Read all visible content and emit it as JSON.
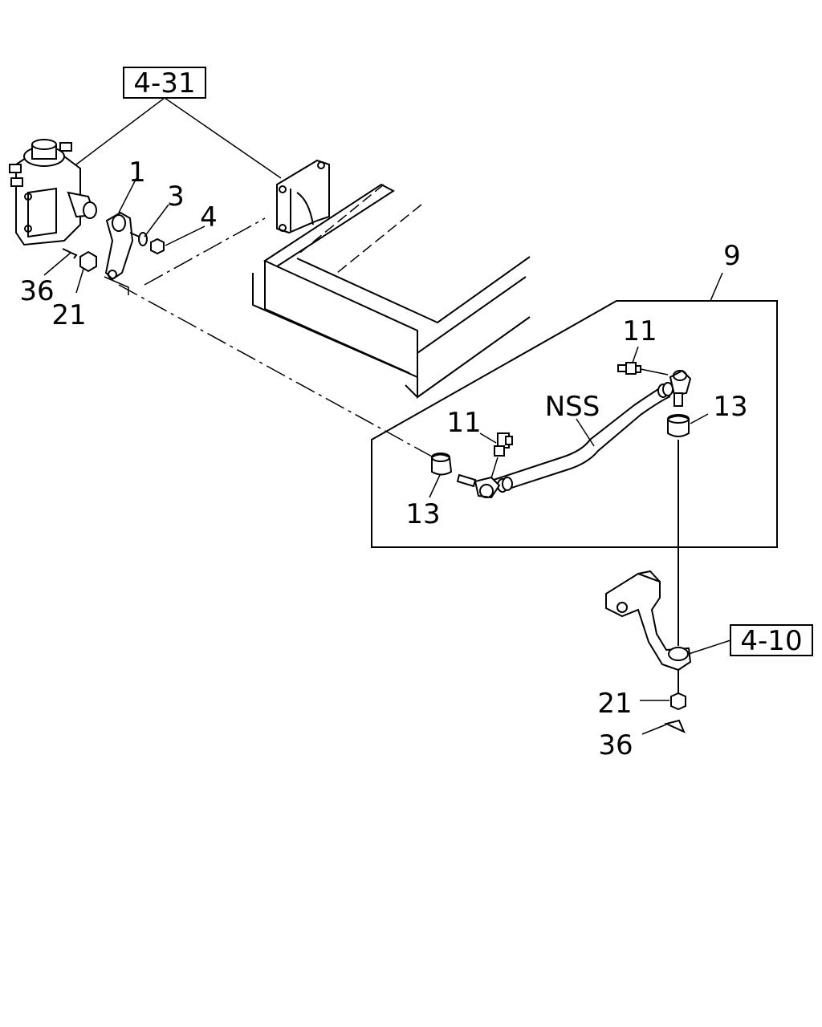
{
  "refs": {
    "r431": "4-31",
    "r410": "4-10"
  },
  "labels": {
    "p1": "1",
    "p3": "3",
    "p4": "4",
    "p36a": "36",
    "p21a": "21",
    "p9": "9",
    "p11a": "11",
    "p11b": "11",
    "pnss": "NSS",
    "p13a": "13",
    "p13b": "13",
    "p21b": "21",
    "p36b": "36"
  }
}
